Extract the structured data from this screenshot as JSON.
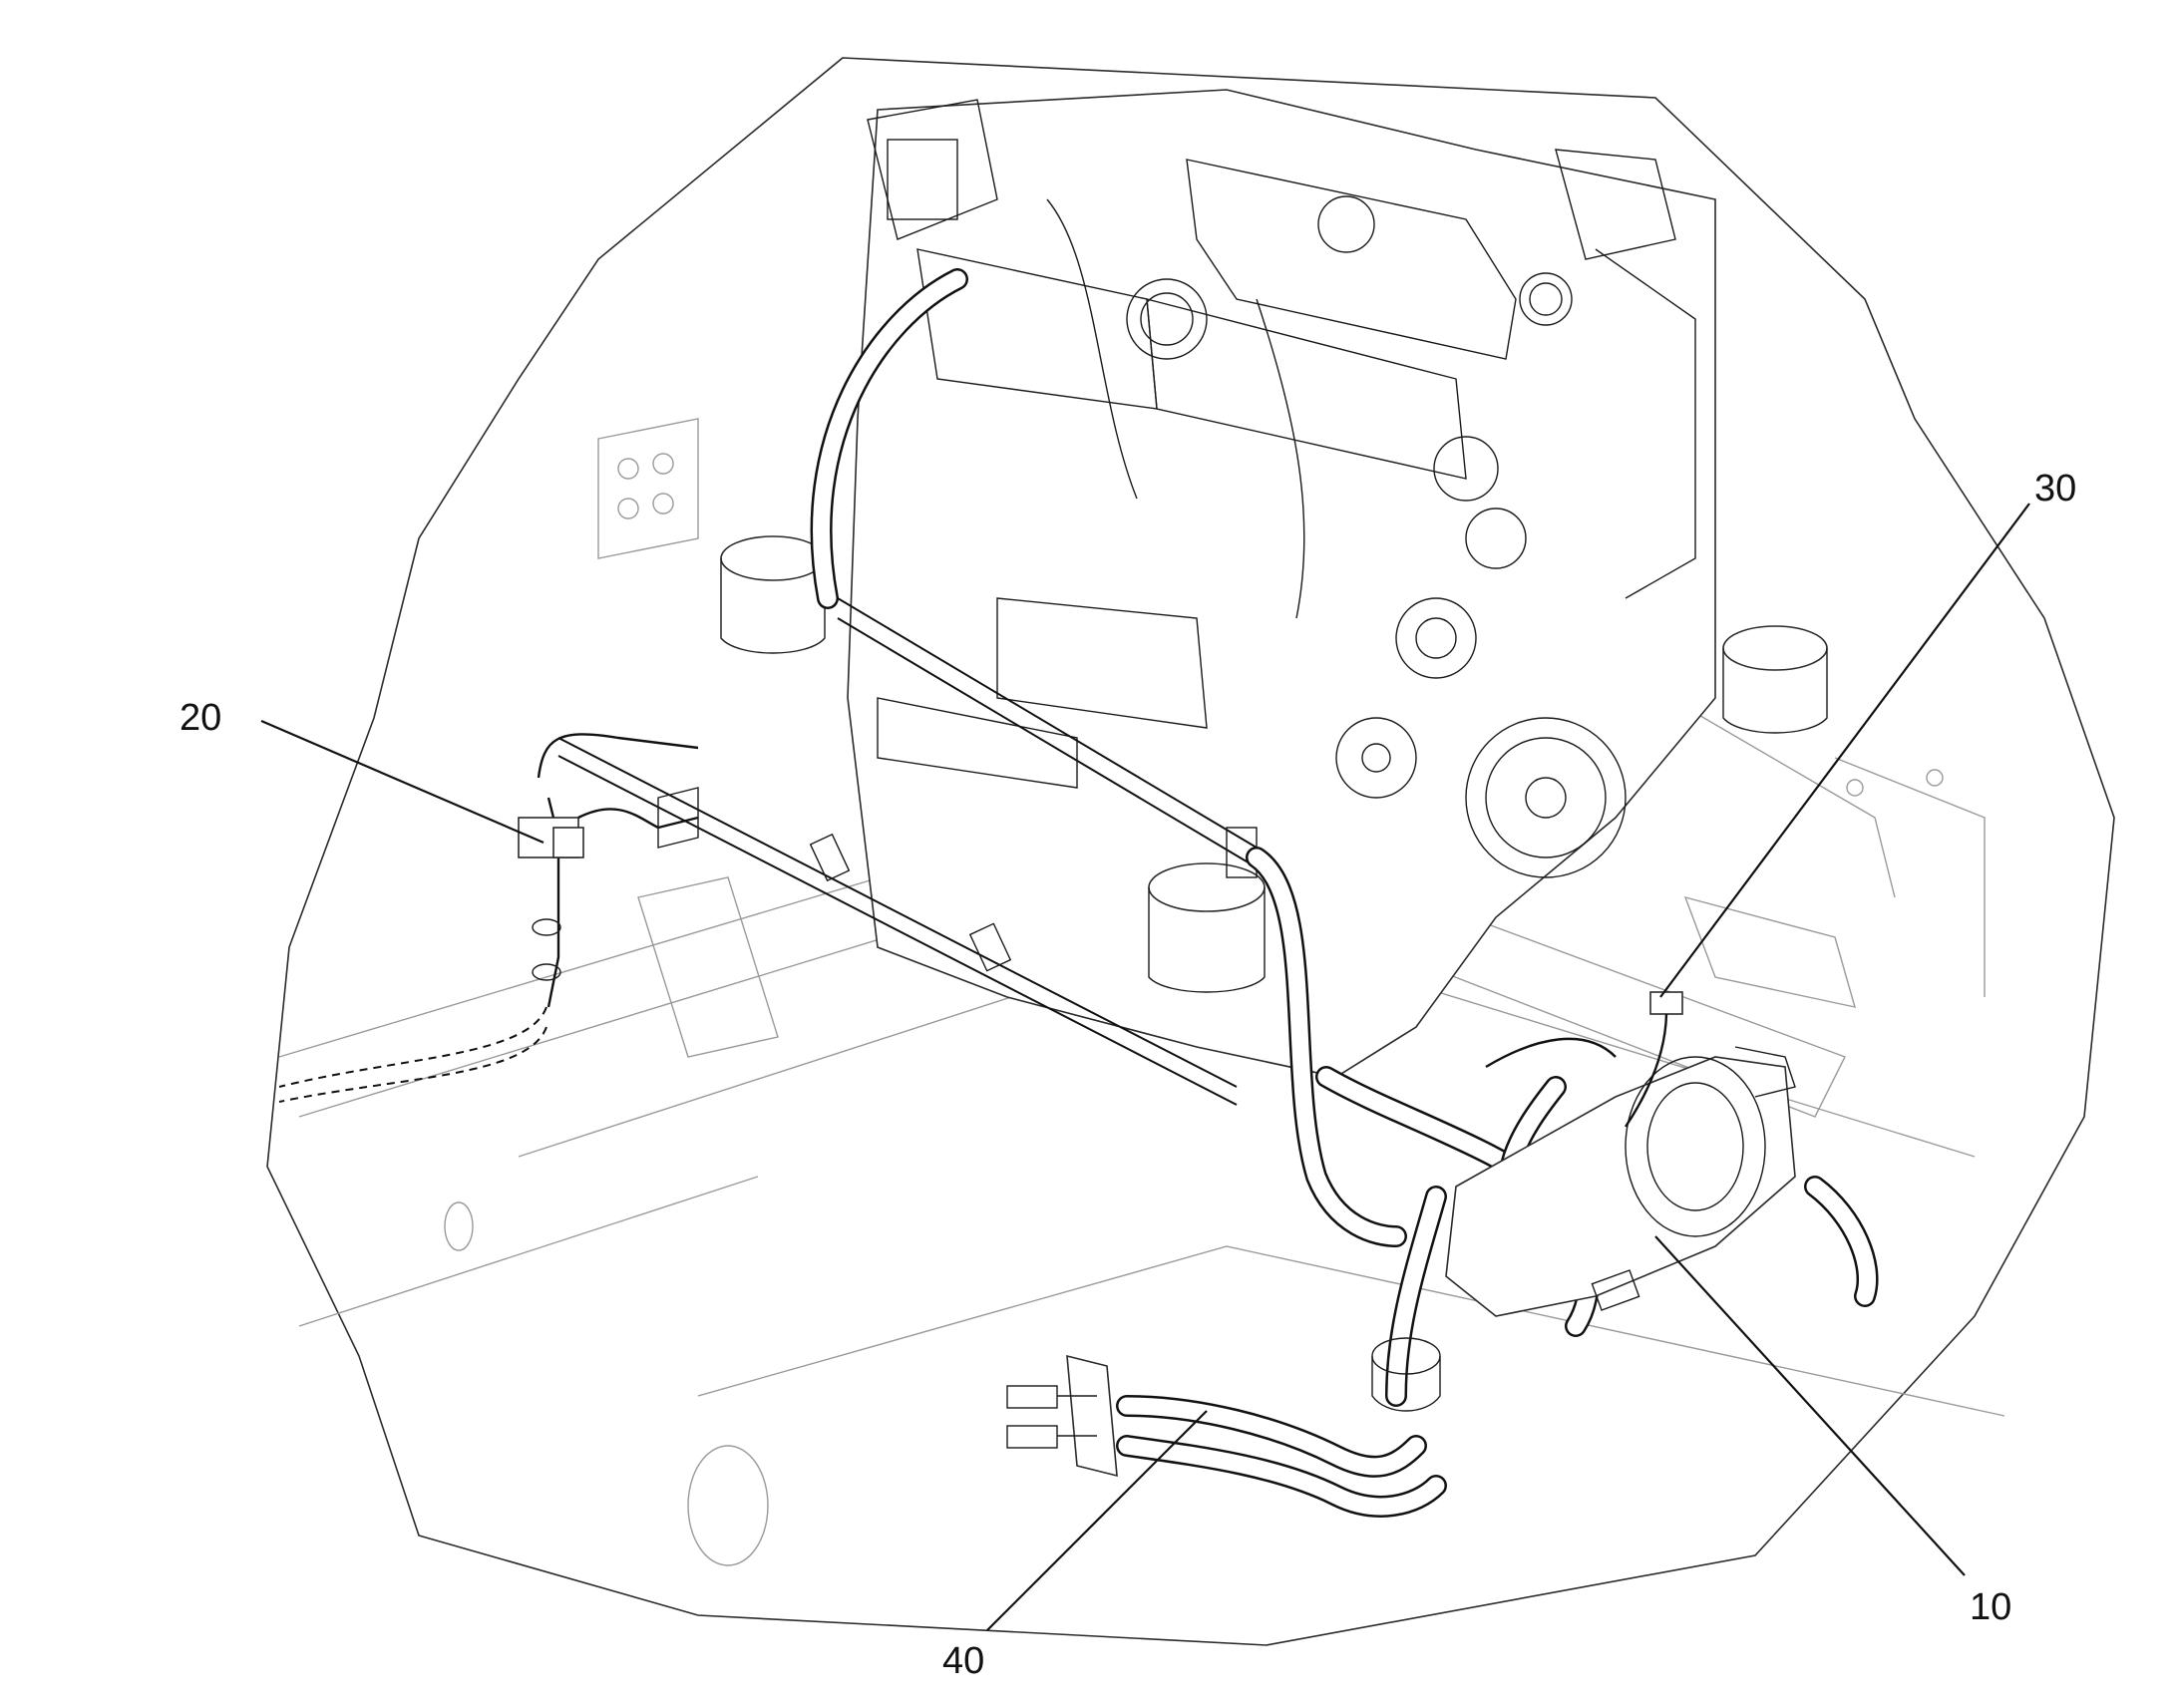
{
  "callouts": [
    {
      "id": "callout-10",
      "label": "10"
    },
    {
      "id": "callout-20",
      "label": "20"
    },
    {
      "id": "callout-30",
      "label": "30"
    },
    {
      "id": "callout-40",
      "label": "40"
    }
  ]
}
